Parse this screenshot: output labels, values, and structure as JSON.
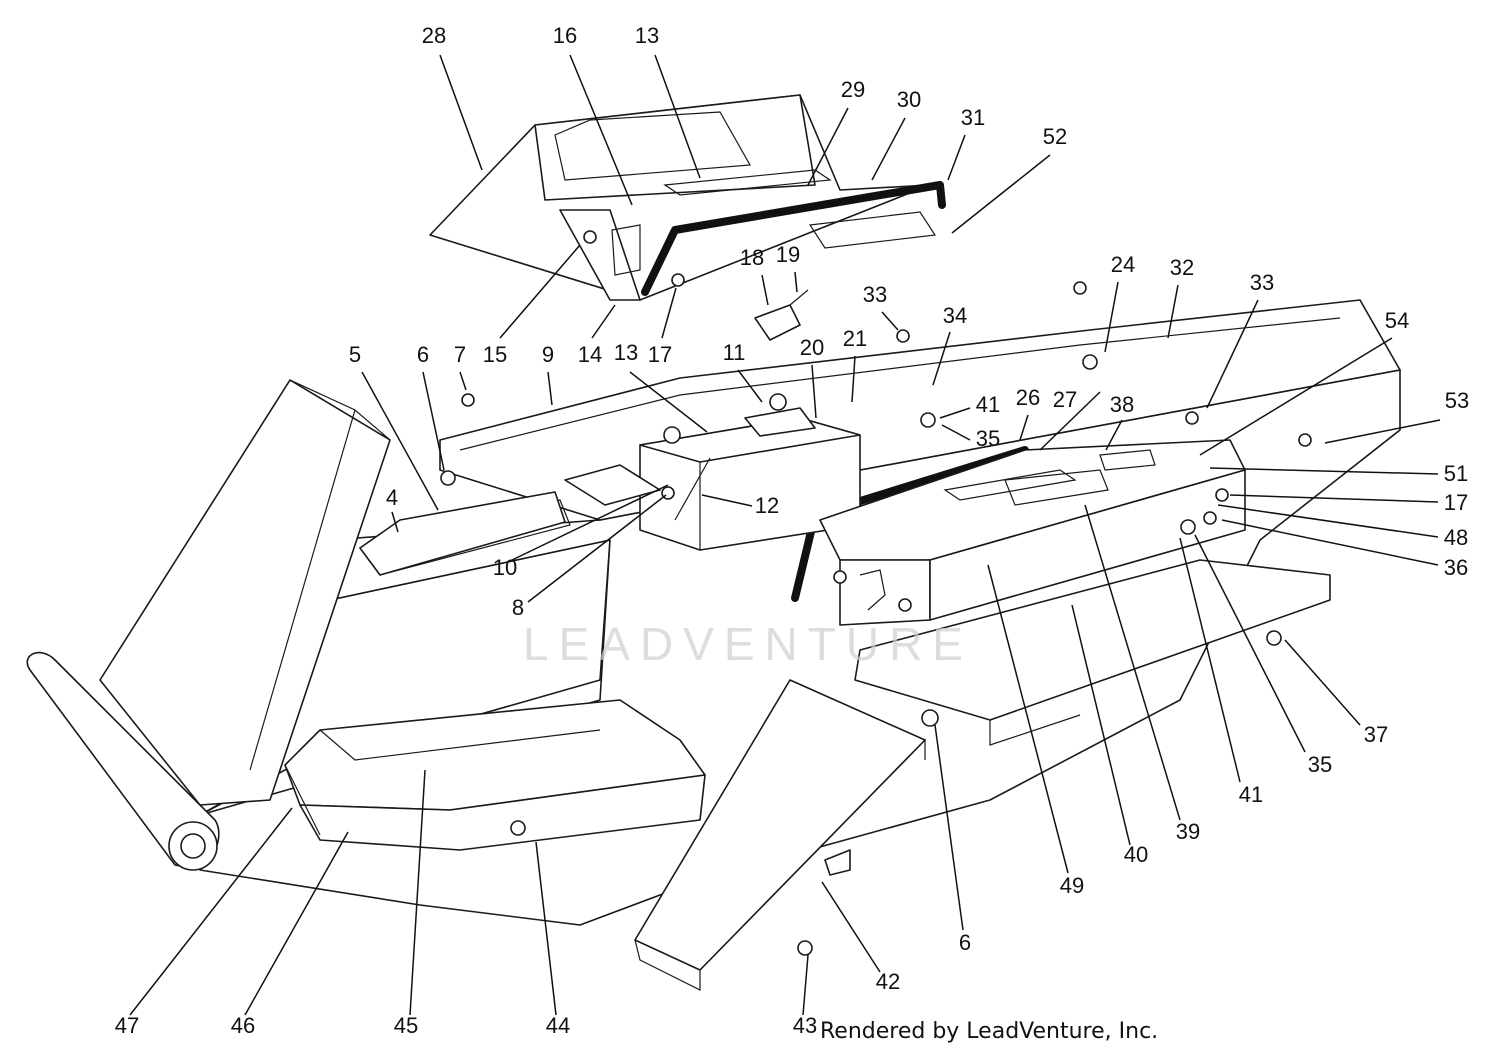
{
  "diagram": {
    "callouts": [
      {
        "id": "c28",
        "label": "28"
      },
      {
        "id": "c16",
        "label": "16"
      },
      {
        "id": "c13a",
        "label": "13"
      },
      {
        "id": "c29",
        "label": "29"
      },
      {
        "id": "c30",
        "label": "30"
      },
      {
        "id": "c31",
        "label": "31"
      },
      {
        "id": "c52",
        "label": "52"
      },
      {
        "id": "c18",
        "label": "18"
      },
      {
        "id": "c19",
        "label": "19"
      },
      {
        "id": "c24",
        "label": "24"
      },
      {
        "id": "c32",
        "label": "32"
      },
      {
        "id": "c33a",
        "label": "33"
      },
      {
        "id": "c33b",
        "label": "33"
      },
      {
        "id": "c34",
        "label": "34"
      },
      {
        "id": "c54",
        "label": "54"
      },
      {
        "id": "c53",
        "label": "53"
      },
      {
        "id": "c5",
        "label": "5"
      },
      {
        "id": "c6a",
        "label": "6"
      },
      {
        "id": "c7",
        "label": "7"
      },
      {
        "id": "c15",
        "label": "15"
      },
      {
        "id": "c9",
        "label": "9"
      },
      {
        "id": "c14",
        "label": "14"
      },
      {
        "id": "c13b",
        "label": "13"
      },
      {
        "id": "c17a",
        "label": "17"
      },
      {
        "id": "c11",
        "label": "11"
      },
      {
        "id": "c20",
        "label": "20"
      },
      {
        "id": "c21",
        "label": "21"
      },
      {
        "id": "c41a",
        "label": "41"
      },
      {
        "id": "c35a",
        "label": "35"
      },
      {
        "id": "c26",
        "label": "26"
      },
      {
        "id": "c27",
        "label": "27"
      },
      {
        "id": "c38",
        "label": "38"
      },
      {
        "id": "c51",
        "label": "51"
      },
      {
        "id": "c17b",
        "label": "17"
      },
      {
        "id": "c48",
        "label": "48"
      },
      {
        "id": "c36",
        "label": "36"
      },
      {
        "id": "c4",
        "label": "4"
      },
      {
        "id": "c12",
        "label": "12"
      },
      {
        "id": "c10",
        "label": "10"
      },
      {
        "id": "c8",
        "label": "8"
      },
      {
        "id": "c37",
        "label": "37"
      },
      {
        "id": "c35b",
        "label": "35"
      },
      {
        "id": "c41b",
        "label": "41"
      },
      {
        "id": "c39",
        "label": "39"
      },
      {
        "id": "c40",
        "label": "40"
      },
      {
        "id": "c49",
        "label": "49"
      },
      {
        "id": "c6b",
        "label": "6"
      },
      {
        "id": "c42",
        "label": "42"
      },
      {
        "id": "c43",
        "label": "43"
      },
      {
        "id": "c44",
        "label": "44"
      },
      {
        "id": "c45",
        "label": "45"
      },
      {
        "id": "c46",
        "label": "46"
      },
      {
        "id": "c47",
        "label": "47"
      }
    ],
    "watermark": "LEADVENTURE",
    "credit": "Rendered by LeadVenture, Inc."
  }
}
